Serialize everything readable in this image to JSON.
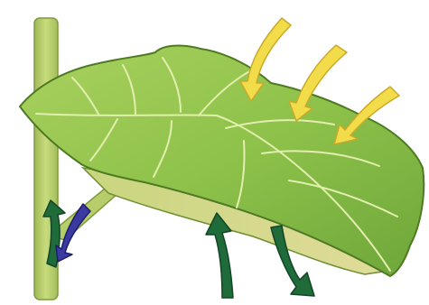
{
  "colors": {
    "background": "#ffffff",
    "stem": "#b9cf6a",
    "stem_dark": "#8fa94a",
    "leaf_top": "#9ccb55",
    "leaf_dark": "#5f8f2e",
    "leaf_underside": "#d4d98a",
    "vein": "#e6efb0",
    "sunlight_arrow": "#f3dc4a",
    "gas_arrow": "#1f6b3a",
    "water_arrow": "#3a3aa0"
  },
  "arrows": {
    "sunlight": [
      "sunlight-arrow-1",
      "sunlight-arrow-2",
      "sunlight-arrow-3"
    ],
    "gas_in": "gas-in-arrow",
    "gas_out": "gas-out-arrow",
    "stem_up": "stem-up-arrow",
    "stem_down": "stem-down-arrow"
  }
}
